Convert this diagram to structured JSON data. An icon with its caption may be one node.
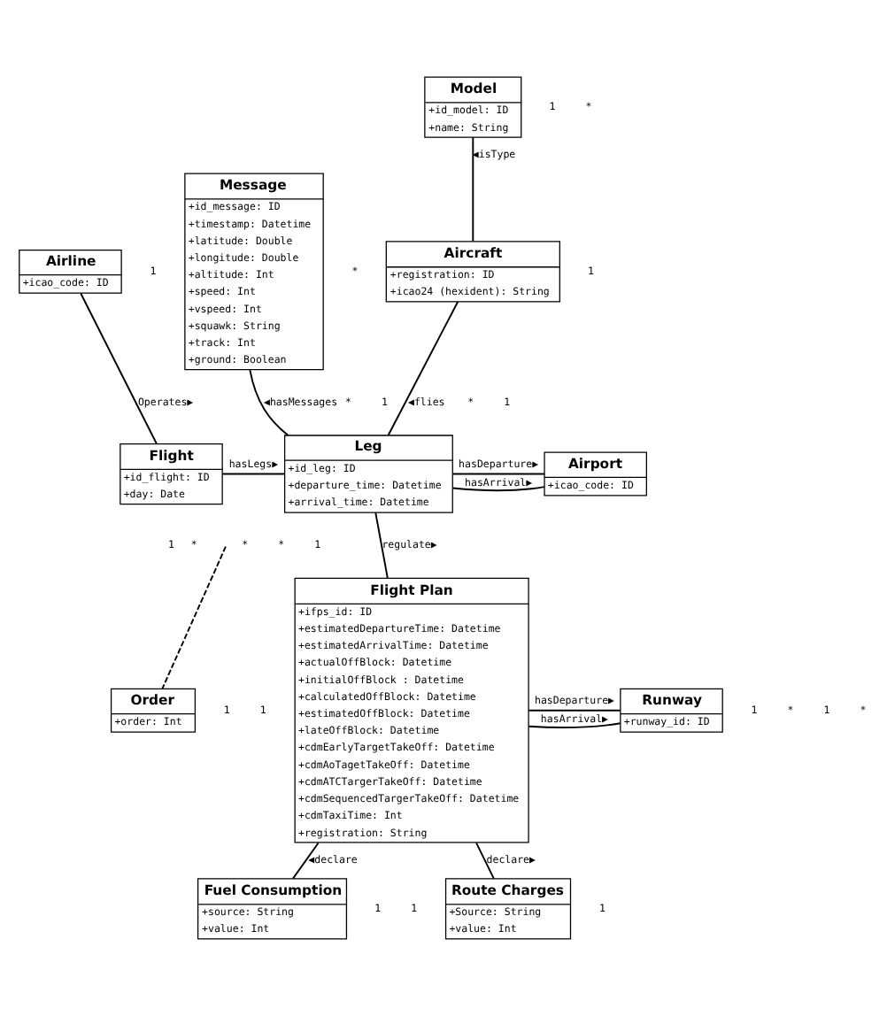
{
  "diagram": {
    "nodes": [
      {
        "text": [
          "Message",
          "+id_message: ID",
          "+timestamp: Datetime",
          "+latitude: Double",
          "+longitude: Double",
          "+altitude: Int",
          "+speed: Int",
          "+vspeed: Int",
          "+squawk: String",
          "+track: Int",
          "+ground: Boolean"
        ]
      },
      {
        "text": [
          "Model",
          "+id_model: ID",
          "+name: String"
        ]
      },
      {
        "text": [
          "Airline",
          "+icao_code: ID"
        ]
      },
      {
        "text": [
          "Aircraft",
          "+registration: ID",
          "+icao24 (hexident): String"
        ]
      },
      {
        "text": [
          "Flight",
          "+id_flight: ID",
          "+day: Date"
        ]
      },
      {
        "text": [
          "Leg",
          "+id_leg: ID",
          "+departure_time: Datetime",
          "+arrival_time: Datetime"
        ]
      },
      {
        "text": [
          "Airport",
          "+icao_code: ID"
        ]
      },
      {
        "text": [
          "Order",
          "+order: Int"
        ]
      },
      {
        "text": [
          "Flight Plan",
          "+ifps_id: ID",
          "+estimatedDepartureTime: Datetime",
          "+estimatedArrivalTime: Datetime",
          "+actualOffBlock: Datetime",
          "+initialOffBlock : Datetime",
          "+calculatedOffBlock: Datetime",
          "+estimatedOffBlock: Datetime",
          "+lateOffBlock: Datetime",
          "+cdmEarlyTargetTakeOff: Datetime",
          "+cdmAoTagetTakeOff: Datetime",
          "+cdmATCTargerTakeOff: Datetime",
          "+cdmSequencedTargerTakeOff: Datetime",
          "+cdmTaxiTime: Int",
          "+registration: String"
        ]
      },
      {
        "text": [
          "Runway",
          "+runway_id: ID"
        ]
      },
      {
        "text": [
          "Fuel Consumption",
          "+source: String",
          "+value: Int"
        ]
      },
      {
        "text": [
          "Route Charges",
          "+Source: String",
          "+value: Int"
        ]
      }
    ],
    "edges": [
      {
        "from": 2,
        "to": 4,
        "arrow": "none",
        "label": "Operates▶"
      },
      {
        "from": 0,
        "to": 5,
        "arrow": "none",
        "label": "◀hasMessages"
      },
      {
        "from": 1,
        "to": 3,
        "arrow": "none",
        "label": "◀isType"
      },
      {
        "from": 3,
        "to": 5,
        "arrow": "none",
        "label": "◀flies"
      },
      {
        "from": 4,
        "to": 5,
        "arrow": "none",
        "label": "hasLegs▶"
      },
      {
        "from": 5,
        "to": 6,
        "arrow": "none",
        "label": "hasDeparture▶"
      },
      {
        "from": 5,
        "to": 6,
        "arrow": "none",
        "label": "hasArrival▶"
      },
      {
        "from": null,
        "to": 7,
        "arrow": "none",
        "style": "dashed"
      },
      {
        "from": 5,
        "to": 8,
        "arrow": "none",
        "label": "regulate▶"
      },
      {
        "from": 8,
        "to": 9,
        "arrow": "none",
        "label": "hasDeparture▶"
      },
      {
        "from": 8,
        "to": 9,
        "arrow": "none",
        "label": "hasArrival▶"
      },
      {
        "from": 8,
        "to": 10,
        "arrow": "none",
        "label": "◀declare"
      },
      {
        "from": 8,
        "to": 11,
        "arrow": "none",
        "label": "declare▶"
      }
    ],
    "labels": [
      "1",
      "*",
      "1",
      "*",
      "1",
      "*",
      "1",
      "*",
      "1",
      "1",
      "*",
      "*",
      "*",
      "1",
      "1",
      "1",
      "1",
      "*",
      "1",
      "*",
      "1",
      "1",
      "1"
    ]
  }
}
